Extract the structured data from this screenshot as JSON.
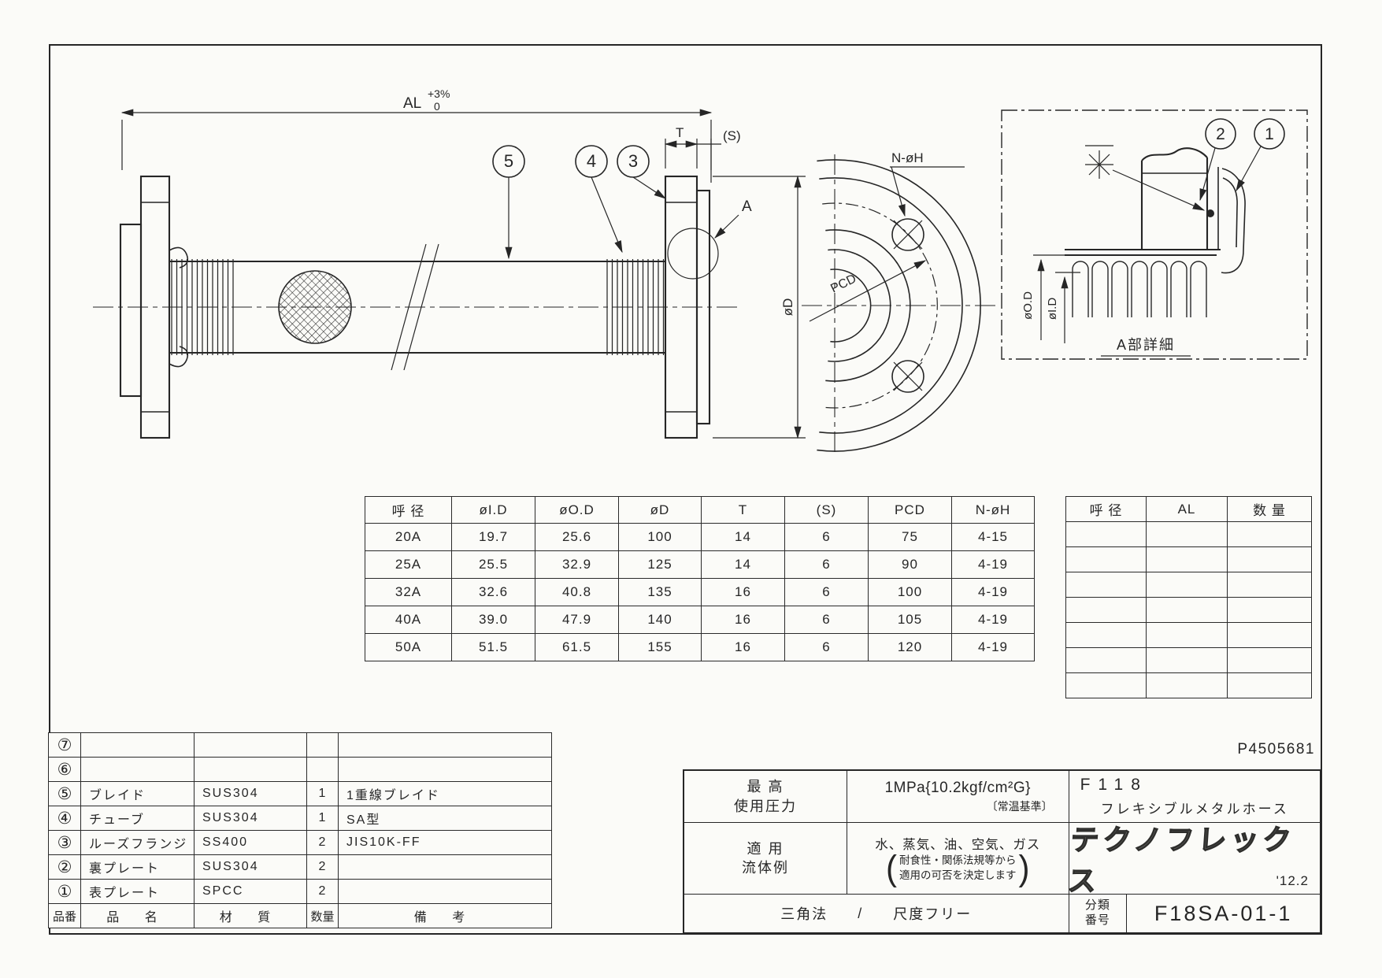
{
  "page": {
    "doc_number": "P4505681"
  },
  "drawing": {
    "al_label": "AL",
    "al_tol_upper": "+3%",
    "al_tol_lower": "0",
    "t_label": "T",
    "s_label": "(S)",
    "a_label": "A",
    "od_label": "øD",
    "noh_label": "N-øH",
    "pcd_label": "PCD",
    "callout_5": "5",
    "callout_4": "4",
    "callout_3": "3",
    "detail": {
      "callout_2": "2",
      "callout_1": "1",
      "ref_mark": "※",
      "od_label": "øO.D",
      "id_label": "øI.D",
      "caption": "A部詳細"
    }
  },
  "dim_table": {
    "headers": [
      "呼 径",
      "øI.D",
      "øO.D",
      "øD",
      "T",
      "(S)",
      "PCD",
      "N-øH"
    ],
    "rows": [
      [
        "20A",
        "19.7",
        "25.6",
        "100",
        "14",
        "6",
        "75",
        "4-15"
      ],
      [
        "25A",
        "25.5",
        "32.9",
        "125",
        "14",
        "6",
        "90",
        "4-19"
      ],
      [
        "32A",
        "32.6",
        "40.8",
        "135",
        "16",
        "6",
        "100",
        "4-19"
      ],
      [
        "40A",
        "39.0",
        "47.9",
        "140",
        "16",
        "6",
        "105",
        "4-19"
      ],
      [
        "50A",
        "51.5",
        "61.5",
        "155",
        "16",
        "6",
        "120",
        "4-19"
      ]
    ]
  },
  "order_table": {
    "headers": [
      "呼 径",
      "AL",
      "数 量"
    ],
    "rows": [
      [
        "",
        "",
        ""
      ],
      [
        "",
        "",
        ""
      ],
      [
        "",
        "",
        ""
      ],
      [
        "",
        "",
        ""
      ],
      [
        "",
        "",
        ""
      ],
      [
        "",
        "",
        ""
      ],
      [
        "",
        "",
        ""
      ]
    ]
  },
  "parts_table": {
    "rows": [
      [
        "⑦",
        "",
        "",
        "",
        ""
      ],
      [
        "⑥",
        "",
        "",
        "",
        ""
      ],
      [
        "⑤",
        "ブレイド",
        "SUS304",
        "1",
        "1重線ブレイド"
      ],
      [
        "④",
        "チューブ",
        "SUS304",
        "1",
        "SA型"
      ],
      [
        "③",
        "ルーズフランジ",
        "SS400",
        "2",
        "JIS10K-FF"
      ],
      [
        "②",
        "裏プレート",
        "SUS304",
        "2",
        ""
      ],
      [
        "①",
        "表プレート",
        "SPCC",
        "2",
        ""
      ]
    ],
    "footer": [
      "品番",
      "品 名",
      "材 質",
      "数量",
      "備 考"
    ]
  },
  "title_block": {
    "pressure_label_1": "最 高",
    "pressure_label_2": "使用圧力",
    "pressure_value": "1MPa{10.2kgf/cm²G}",
    "pressure_note": "〔常温基準〕",
    "fluid_label_1": "適 用",
    "fluid_label_2": "流体例",
    "fluid_value": "水、蒸気、油、空気、ガス",
    "fluid_note_paren_open": "(",
    "fluid_note_line1": "耐食性・関係法規等から",
    "fluid_note_line2": "適用の可否を決定します",
    "fluid_note_paren_close": ")",
    "projection": "三角法",
    "projection_separator": "/",
    "scale": "尺度フリー",
    "product_code": "F118",
    "product_name": "フレキシブルメタルホース",
    "company": "テクノフレックス",
    "date": "'12.2",
    "class_label_1": "分類",
    "class_label_2": "番号",
    "class_number": "F18SA-01-1"
  }
}
